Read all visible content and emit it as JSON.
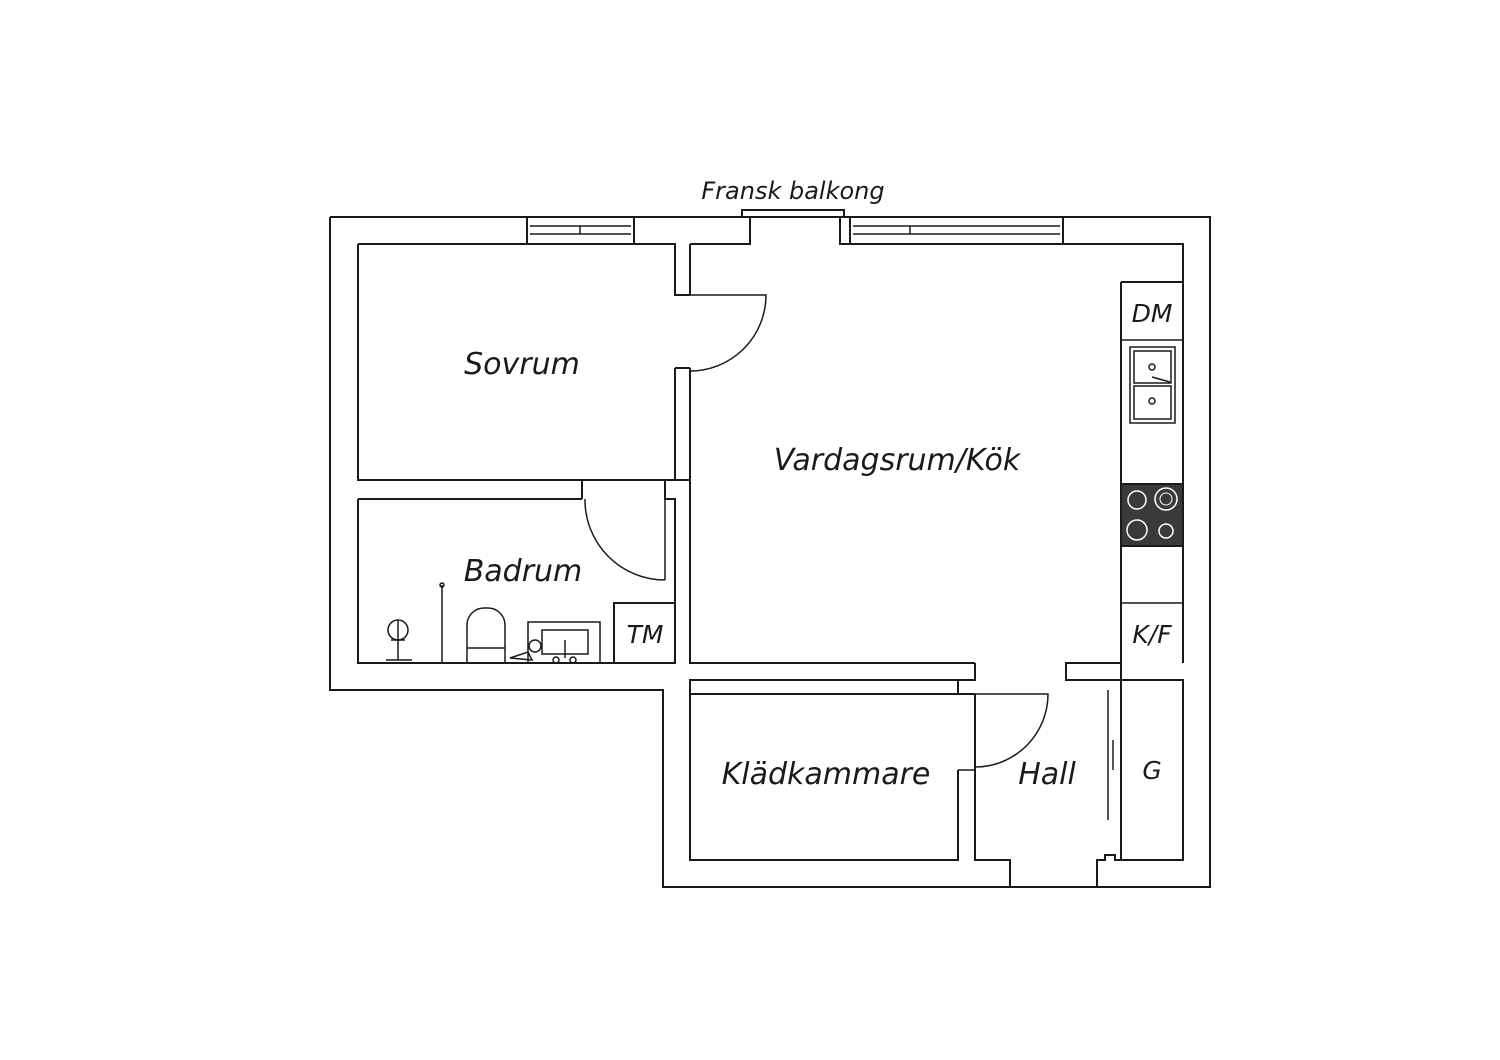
{
  "plan": {
    "balcony_label": "Fransk balkong",
    "rooms": {
      "sovrum": "Sovrum",
      "badrum": "Badrum",
      "vardagsrum_kok": "Vardagsrum/Kök",
      "kladkammare": "Klädkammare",
      "hall": "Hall"
    },
    "fixtures": {
      "tm": "TM",
      "dm": "DM",
      "kf": "K/F",
      "g": "G"
    }
  }
}
